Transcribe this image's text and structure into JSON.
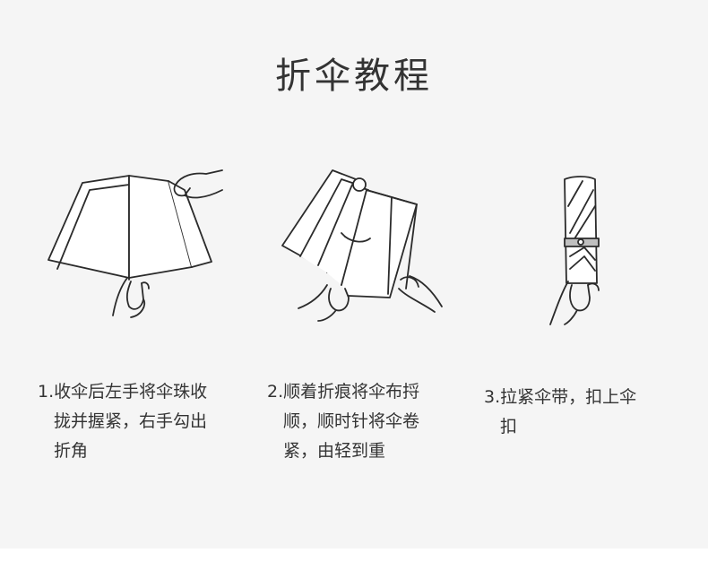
{
  "title": "折伞教程",
  "steps": [
    {
      "lines": [
        "1.收伞后左手将伞珠收",
        "拢并握紧，右手勾出",
        "折角"
      ]
    },
    {
      "lines": [
        "2.顺着折痕将伞布捋",
        "顺，顺时针将伞卷",
        "紧，由轻到重"
      ]
    },
    {
      "lines": [
        "3.拉紧伞带，扣上伞",
        "扣"
      ]
    }
  ],
  "colors": {
    "panel_bg": "#f5f5f5",
    "line": "#2b2b2b",
    "text": "#333333"
  }
}
